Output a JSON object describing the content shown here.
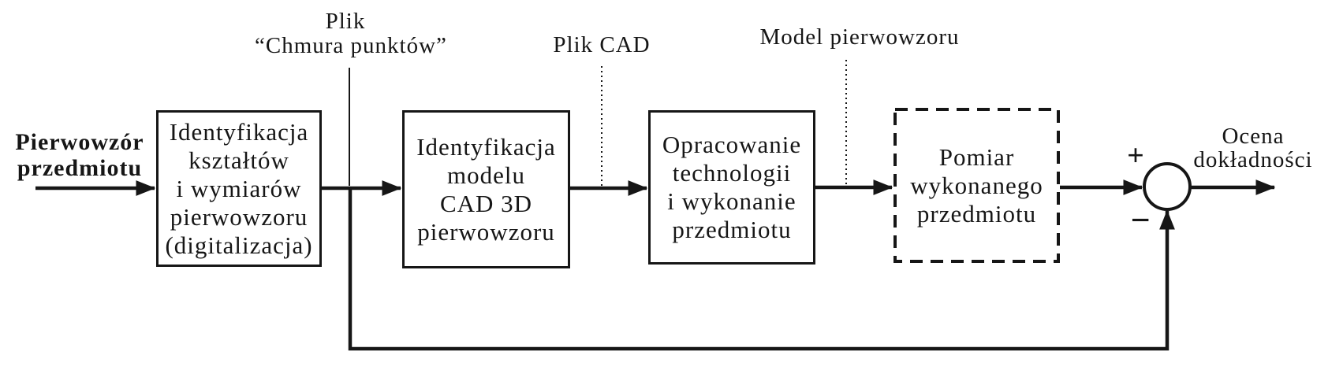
{
  "diagram": {
    "title_hint": "Schemat procesu inżynierii odwrotnej",
    "colors": {
      "ink": "#161616",
      "background": "#ffffff"
    },
    "input_label": {
      "lines": [
        "Pierwowzór",
        "przedmiotu"
      ]
    },
    "output_label": {
      "lines": [
        "Ocena",
        "dokładności"
      ]
    },
    "top_labels": [
      {
        "id": "plik-chmura-punktow",
        "lines": [
          "Plik",
          "“Chmura punktów”"
        ],
        "pointer_line": "solid"
      },
      {
        "id": "plik-cad",
        "lines": [
          "Plik CAD"
        ],
        "pointer_line": "dotted"
      },
      {
        "id": "model-pierwowzoru",
        "lines": [
          "Model pierwowzoru"
        ],
        "pointer_line": "dotted"
      }
    ],
    "boxes": [
      {
        "id": "identyfikacja-ksztaltow",
        "border": "solid",
        "lines": [
          "Identyfikacja",
          "kształtów",
          "i wymiarów",
          "pierwowzoru",
          "(digitalizacja)"
        ]
      },
      {
        "id": "identyfikacja-modelu-cad",
        "border": "solid",
        "lines": [
          "Identyfikacja",
          "modelu",
          "CAD 3D",
          "pierwowzoru"
        ]
      },
      {
        "id": "opracowanie-technologii",
        "border": "solid",
        "lines": [
          "Opracowanie",
          "technologii",
          "i wykonanie",
          "przedmiotu"
        ]
      },
      {
        "id": "pomiar-wykonanego",
        "border": "dashed",
        "lines": [
          "Pomiar",
          "wykonanego",
          "przedmiotu"
        ]
      }
    ],
    "summing_junction": {
      "plus": "+",
      "minus": "−"
    }
  }
}
